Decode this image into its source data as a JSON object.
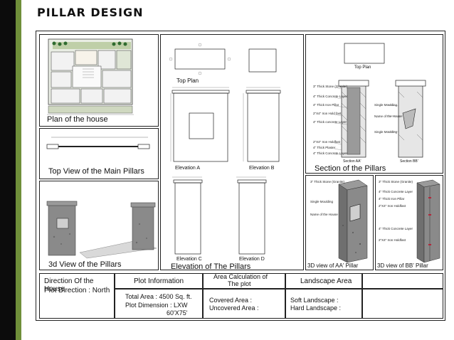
{
  "slide": {
    "title": "PILLAR DESIGN"
  },
  "panels": {
    "plan": "Plan of the house",
    "top_view": "Top View of the Main Pillars",
    "view3d": "3d View of the Pillars",
    "elevation": "Elevation of The Pillars",
    "section": "Section of the Pillars",
    "aa3d": "3D view of AA' Pillar",
    "bb3d": "3D view of BB' Pillar"
  },
  "drawing_labels": {
    "top_plan": "Top Plan",
    "elev_a": "Elevation A",
    "elev_b": "Elevation B",
    "elev_c": "Elevation C",
    "elev_d": "Elevation D",
    "section_top_plan": "Top Plan",
    "section_aa": "Section AA'",
    "section_bb": "Section BB'"
  },
  "section_notes_aa": [
    "3\" Thick Stone (Granite)",
    "4\" Thick Concrete Layer",
    "4\" Thick Iron Pillar",
    "2\"X4\" Iron Hold fast",
    "4\" Thick concrete Layer",
    "2\"X4\" Iron Holdfast",
    "4\" Thick Plaster",
    "4\" Thick Concrete Layer"
  ],
  "section_notes_bb": [
    "Single Moulding",
    "Name of the House",
    "Single Moulding"
  ],
  "aa3d_notes": [
    "3\" Thick Stone (Granite)",
    "Single Moulding",
    "Name of the House"
  ],
  "bb3d_notes": [
    "3\" Thick Stone (Granite)",
    "4\" Thick Concrete Layer",
    "4\" Thick Iron Pillar",
    "2\"X4\" Iron Holdfast",
    "4\" Thick Concrete Layer",
    "2\"X4\" Iron Holdfast"
  ],
  "info": {
    "direction_title": "Direction Of the House",
    "direction_value": "Plot Direction : North",
    "plot_title": "Plot Information",
    "total_area": "Total Area : 4500 Sq. ft.",
    "plot_dim_line1": "Plot Dimension : LXW",
    "plot_dim_line2": "60'X75'",
    "area_title_line1": "Area Calculation of",
    "area_title_line2": "The plot",
    "covered": "Covered Area :",
    "uncovered": "Uncovered Area :",
    "landscape_title": "Landscape Area",
    "soft": "Soft Landscape :",
    "hard": "Hard Landscape :"
  },
  "colors": {
    "left_bar": "#0c0c0c",
    "accent_green": "#6f8f3a",
    "stone": "#7a7a7a"
  }
}
